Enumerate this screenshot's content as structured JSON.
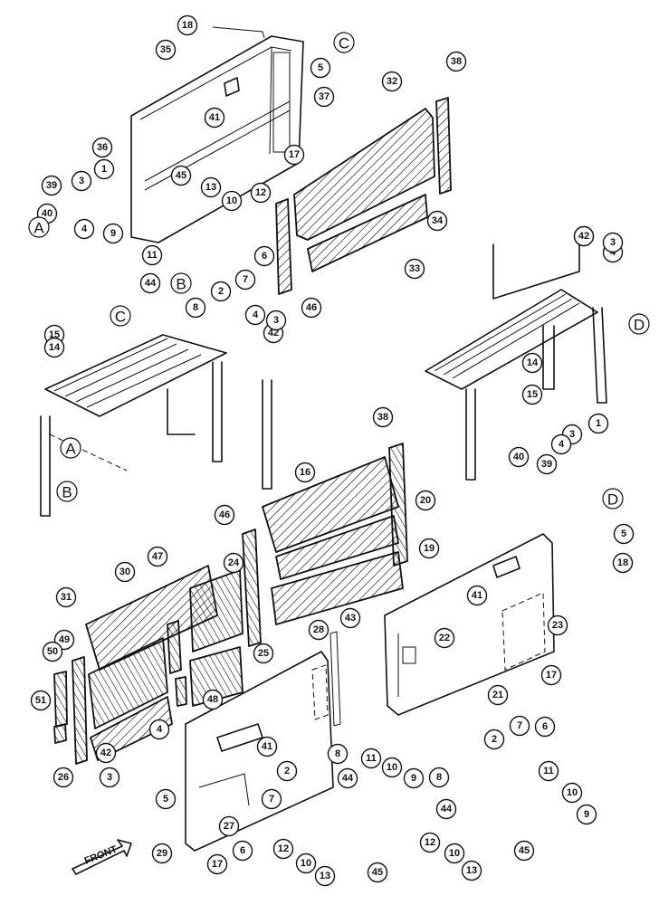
{
  "callouts": [
    "18",
    "35",
    "5",
    "41",
    "37",
    "17",
    "32",
    "38",
    "34",
    "33",
    "36",
    "39",
    "3",
    "1",
    "40",
    "4",
    "45",
    "13",
    "10",
    "12",
    "9",
    "11",
    "6",
    "7",
    "2",
    "8",
    "44",
    "46",
    "42",
    "15",
    "14",
    "16",
    "20",
    "19",
    "47",
    "30",
    "24",
    "31",
    "49",
    "50",
    "51",
    "25",
    "48",
    "26",
    "28",
    "43",
    "22",
    "23",
    "21",
    "27",
    "29",
    "front_label"
  ],
  "refs": {
    "A": "A",
    "B": "B",
    "C": "C",
    "D": "D"
  },
  "front_label": "FRONT"
}
